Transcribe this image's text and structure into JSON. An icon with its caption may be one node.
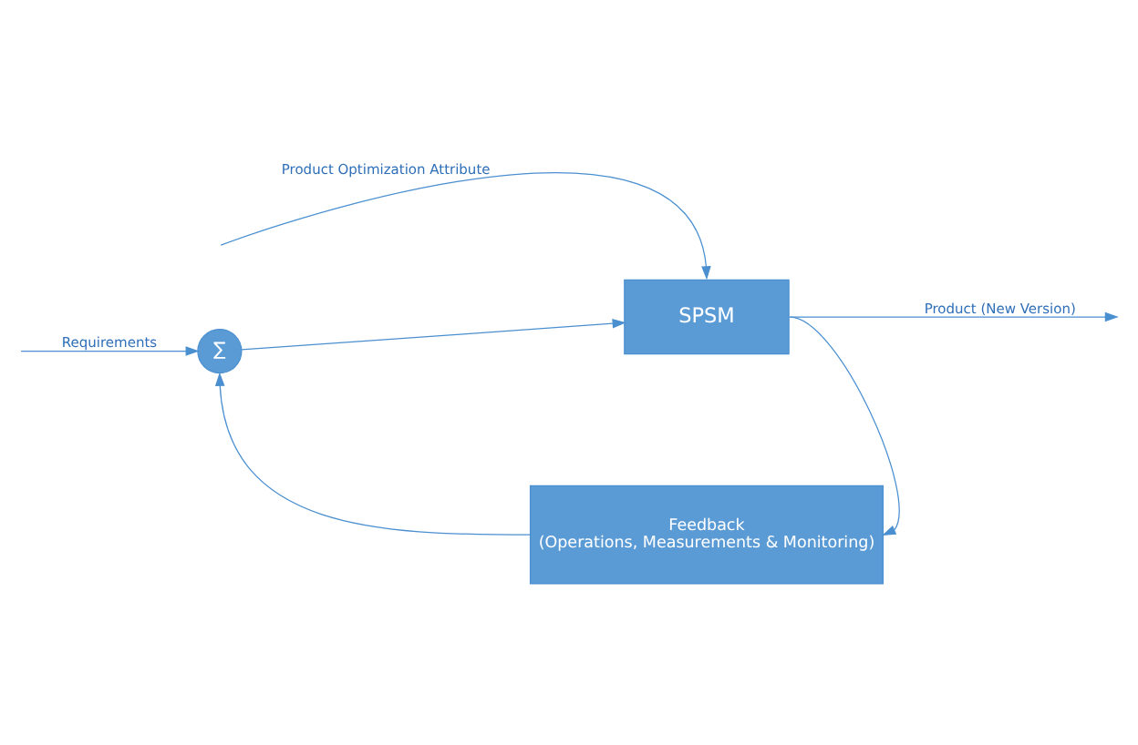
{
  "diagram": {
    "nodes": [
      {
        "text": [
          "∑"
        ]
      },
      {
        "text": [
          "SPSM"
        ]
      },
      {
        "text": [
          "Feedback",
          "(Operations, Measurements & Monitoring)"
        ]
      }
    ],
    "edges": [
      {
        "from": null,
        "to": 0,
        "arrow": "to",
        "label": "Requirements"
      },
      {
        "from": 0,
        "to": 1,
        "arrow": "to"
      },
      {
        "from": null,
        "to": 1,
        "arrow": "to",
        "label": "Product Optimization Attribute"
      },
      {
        "from": 1,
        "to": null,
        "arrow": "to",
        "label": "Product (New Version)"
      },
      {
        "from": 1,
        "to": 2,
        "arrow": "to"
      },
      {
        "from": 2,
        "to": 0,
        "arrow": "to"
      }
    ]
  }
}
